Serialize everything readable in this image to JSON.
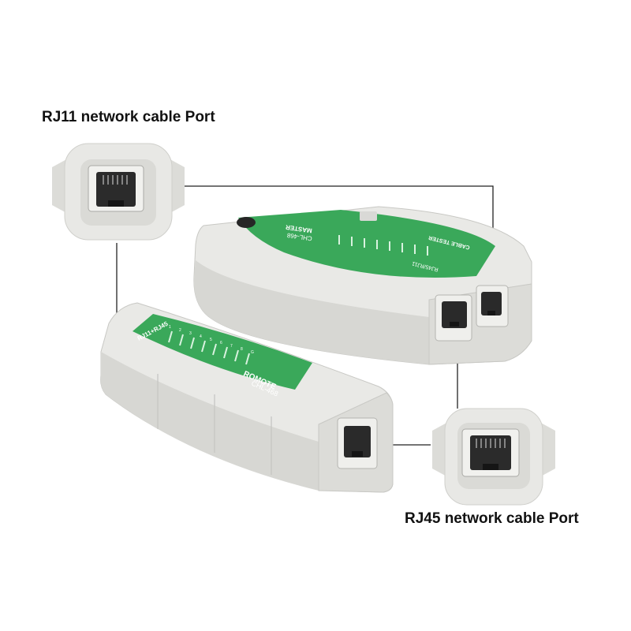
{
  "callouts": {
    "rj11": "RJ11 network cable Port",
    "rj45": "RJ45 network cable Port"
  },
  "master_unit": {
    "label_lines": [
      "MASTER",
      "CHL-468"
    ],
    "side_label": "CABLE TESTER",
    "port_label": "RJ45/RJ11"
  },
  "remote_unit": {
    "top_label": "RJ11+RJ45",
    "label_lines": [
      "ROMOTE",
      "CHL-468"
    ]
  },
  "led_numbers": [
    "1",
    "2",
    "3",
    "4",
    "5",
    "6",
    "7",
    "8",
    "G"
  ],
  "colors": {
    "body": "#e9e9e6",
    "body_shade": "#d4d4d0",
    "panel": "#3aa85a",
    "panel_light": "#55be72",
    "port_dark": "#2a2a2a",
    "line": "#222222"
  }
}
